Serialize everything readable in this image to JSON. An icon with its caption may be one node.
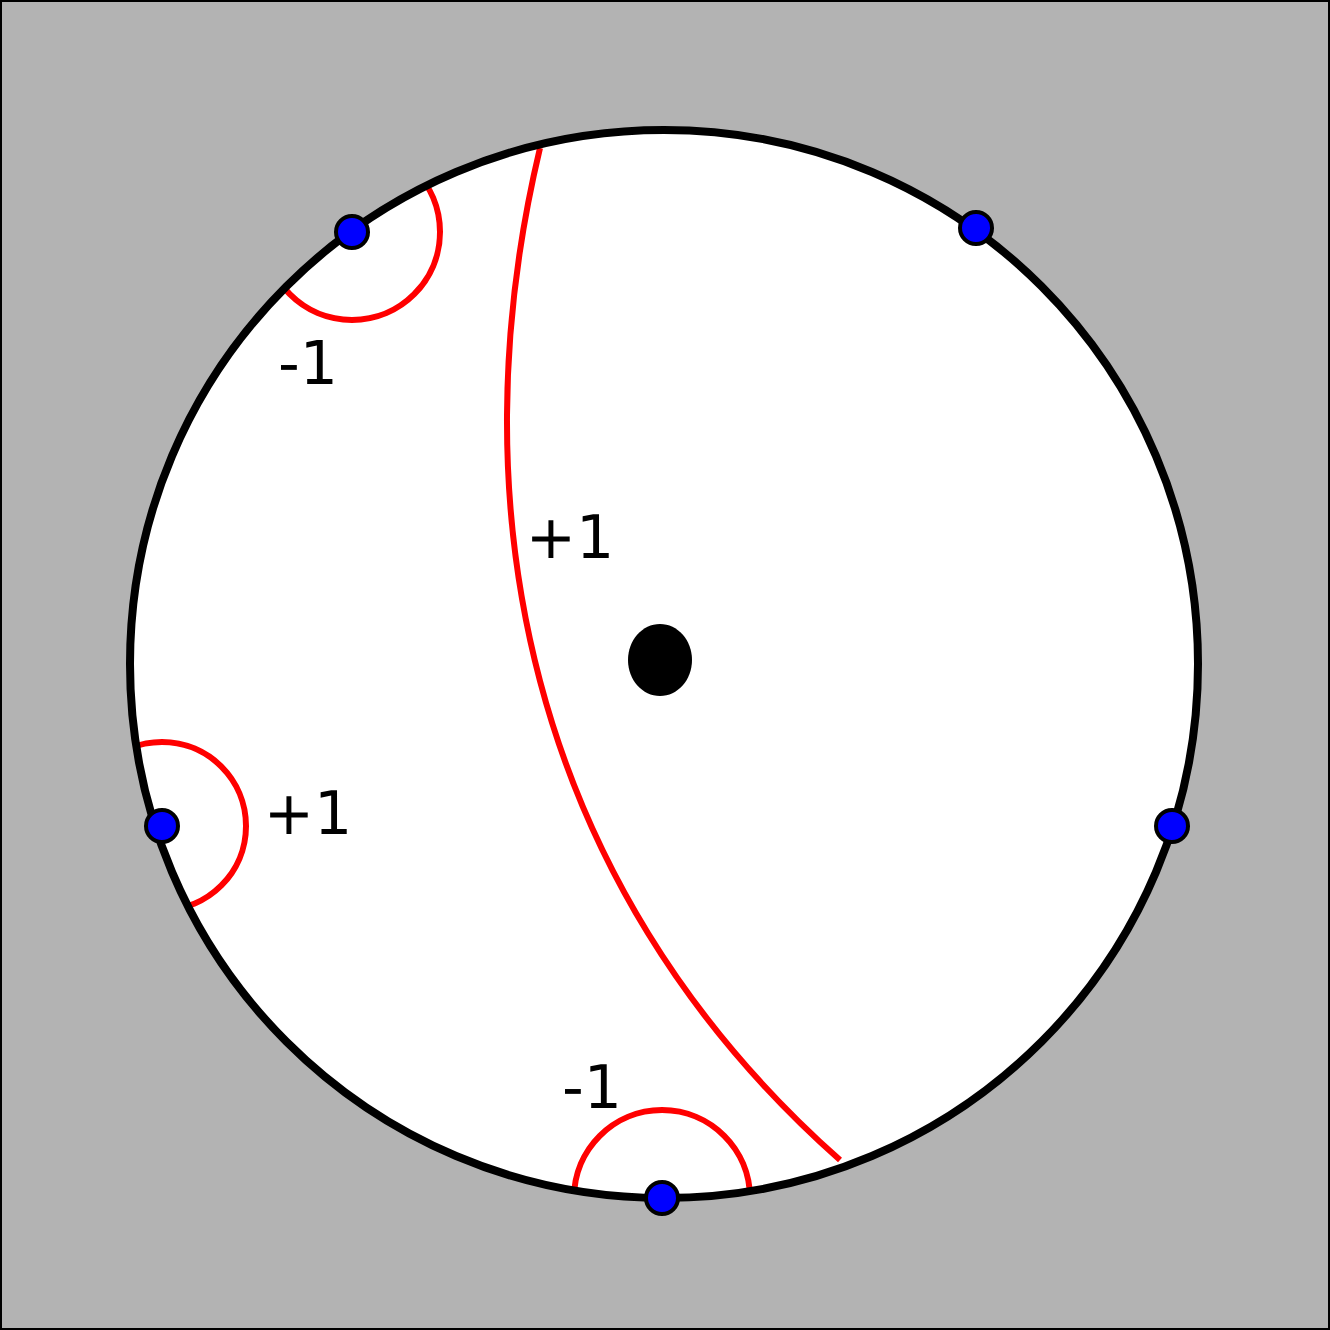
{
  "diagram": {
    "labels": [
      "-1",
      "+1",
      "+1",
      "-1"
    ]
  }
}
